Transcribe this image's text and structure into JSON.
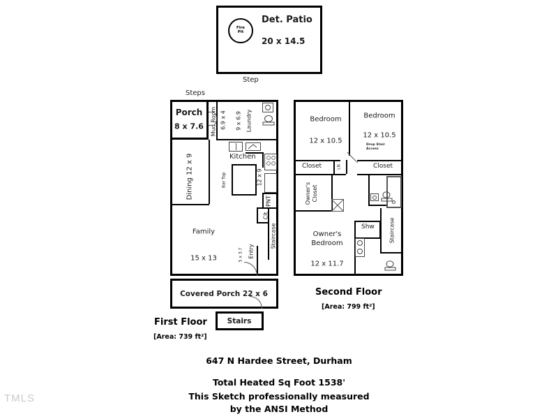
{
  "watermark": "TMLS",
  "detached_patio": {
    "title": "Det. Patio",
    "dimensions": "20 x 14.5",
    "fire_pit_label": "Fire\nPit",
    "fire_pit_line1": "Fire",
    "fire_pit_line2": "Pit",
    "step_label": "Step"
  },
  "first_floor": {
    "name": "First Floor",
    "area": "[Area: 739 ft²]",
    "steps_label": "Steps",
    "rooms": [
      {
        "name": "Porch",
        "dimensions": "8 x 7.6"
      },
      {
        "name": "Mud Room",
        "dimensions": "6.9 x 4"
      },
      {
        "name": "Laundry",
        "dimensions": "9 x 6.9"
      },
      {
        "name": "Kitchen",
        "dimensions": "12 x 9"
      },
      {
        "name": "Dining 12 x 9",
        "dimensions": ""
      },
      {
        "name": "Family",
        "dimensions": "15 x 13"
      },
      {
        "name": "Entry",
        "dimensions": "5 x 3.7"
      },
      {
        "name": "Covered Porch 22 x 6",
        "dimensions": ""
      },
      {
        "name": "Stairs",
        "dimensions": ""
      }
    ],
    "porch_label": "Porch",
    "porch_dim": "8 x 7.6",
    "mudroom_label": "Mud Room",
    "mudroom_dim": "6.9 x 4",
    "laundry_label": "Laundry",
    "laundry_dim": "9 x 6.9",
    "kitchen_label": "Kitchen",
    "kitchen_dim": "12 x 9",
    "bar_top_label": "Bar Top",
    "dining_label": "Dining 12 x 9",
    "family_label": "Family",
    "family_dim": "15 x 13",
    "entry_label": "Entry",
    "entry_dim": "5 x 3.7",
    "pnt_label": "PNT",
    "clt_label": "Clt",
    "staircase_label": "Staircase",
    "covered_porch_label": "Covered Porch 22 x 6",
    "stairs_label": "Stairs"
  },
  "second_floor": {
    "name": "Second Floor",
    "area": "[Area: 799 ft²]",
    "bedroom1_label": "Bedroom",
    "bedroom1_dim": "12 x 10.5",
    "bedroom2_label": "Bedroom",
    "bedroom2_dim": "12 x 10.5",
    "drop_stair_line1": "Drop Stair",
    "drop_stair_line2": "Access",
    "closet1_label": "Closet",
    "closet2_label": "Closet",
    "ln_label": "LN",
    "owners_closet_line1": "Owner's",
    "owners_closet_line2": "Closet",
    "owners_bedroom_line1": "Owner's",
    "owners_bedroom_line2": "Bedroom",
    "owners_bedroom_dim": "12 x 11.7",
    "shower_label": "Shw",
    "staircase_label": "Staircase"
  },
  "footer": {
    "address": "647 N Hardee Street, Durham",
    "total_sqft": "Total Heated Sq Foot 1538'",
    "method_line1": "This Sketch professionally measured",
    "method_line2": "by the ANSI Method"
  }
}
